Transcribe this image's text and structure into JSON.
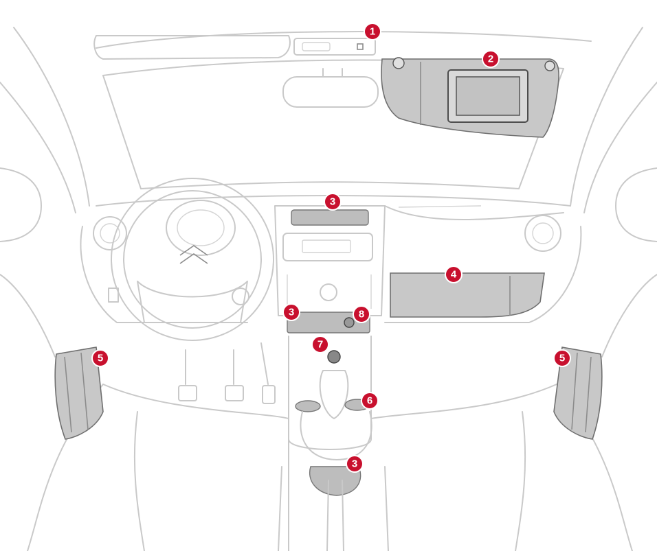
{
  "accent_color": "#c8102e",
  "callouts": [
    {
      "label": "1",
      "target": "interior-light"
    },
    {
      "label": "2",
      "target": "sun-visor"
    },
    {
      "label": "3",
      "target": "dashboard-storage-top"
    },
    {
      "label": "4",
      "target": "glove-box"
    },
    {
      "label": "3",
      "target": "dashboard-storage-center"
    },
    {
      "label": "8",
      "target": "accessory-socket"
    },
    {
      "label": "7",
      "target": "cigar-lighter"
    },
    {
      "label": "5",
      "target": "left-door-pocket"
    },
    {
      "label": "5",
      "target": "right-door-pocket"
    },
    {
      "label": "6",
      "target": "cup-holders"
    },
    {
      "label": "3",
      "target": "rear-console-storage"
    }
  ]
}
